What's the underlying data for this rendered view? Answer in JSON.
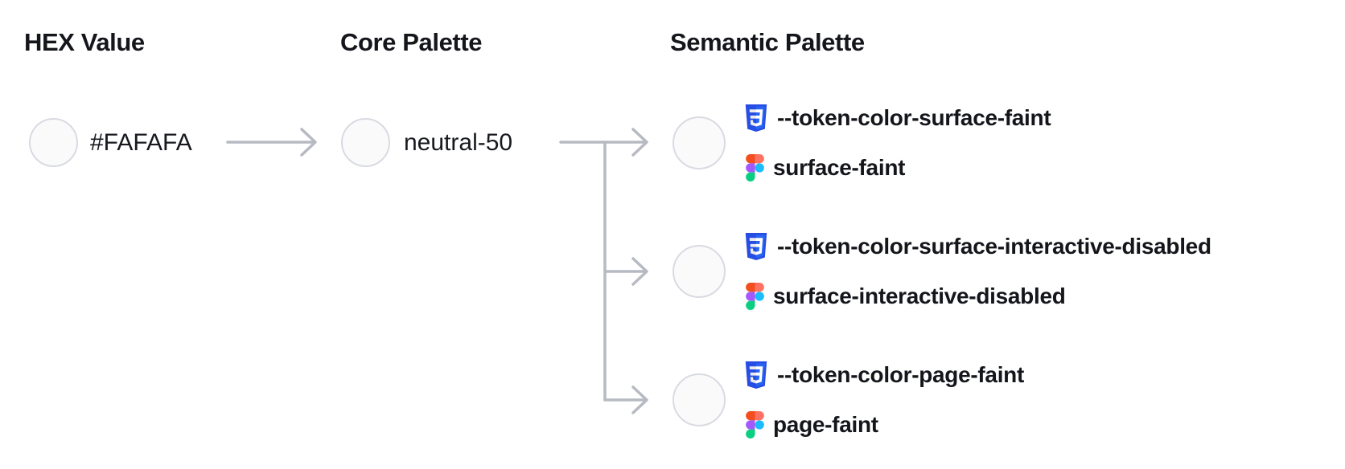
{
  "columns": {
    "hex": {
      "title": "HEX Value"
    },
    "core": {
      "title": "Core Palette"
    },
    "semantic": {
      "title": "Semantic Palette"
    }
  },
  "hex_node": {
    "value": "#FAFAFA",
    "swatch_color": "#FAFAFA"
  },
  "core_node": {
    "name": "neutral-50",
    "swatch_color": "#FAFAFA"
  },
  "semantic_tokens": [
    {
      "css_variable": "--token-color-surface-faint",
      "figma_style": "surface-faint",
      "swatch_color": "#FAFAFA"
    },
    {
      "css_variable": "--token-color-surface-interactive-disabled",
      "figma_style": "surface-interactive-disabled",
      "swatch_color": "#FAFAFA"
    },
    {
      "css_variable": "--token-color-page-faint",
      "figma_style": "page-faint",
      "swatch_color": "#FAFAFA"
    }
  ],
  "icons": {
    "css": "css3-shield-icon",
    "figma": "figma-logo-icon"
  },
  "colors": {
    "text": "#14161B",
    "connector": "#B7BAC2",
    "swatch_border": "#D9DBE2",
    "swatch_fill": "#FAFAFA",
    "css_icon_dark_blue": "#264DE4",
    "css_icon_blue": "#2965F1",
    "css_icon_glyph_left": "#EBEBEB",
    "css_icon_glyph_right": "#FFFFFF",
    "figma_red": "#F24E1E",
    "figma_salmon": "#FF7262",
    "figma_purple": "#A259FF",
    "figma_blue": "#1ABCFE",
    "figma_green": "#0ACF83"
  }
}
